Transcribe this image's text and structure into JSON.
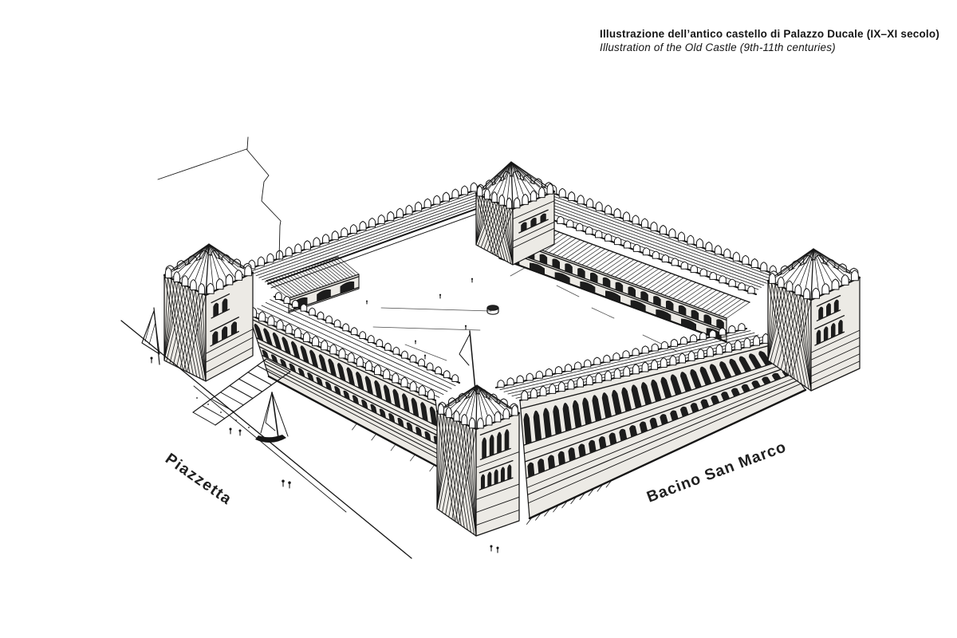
{
  "caption": {
    "line1": "Illustrazione dell’antico castello di Palazzo Ducale (IX–XI secolo)",
    "line2": "Illustration of the Old Castle (9th-11th centuries)"
  },
  "labels": {
    "piazzetta": "Piazzetta",
    "bacino_san_marco": "Bacino San Marco"
  },
  "colors": {
    "ink": "#161616",
    "paper": "#ffffff",
    "wall_fill": "#eceae5",
    "faint_line": "#4a4a4a"
  }
}
